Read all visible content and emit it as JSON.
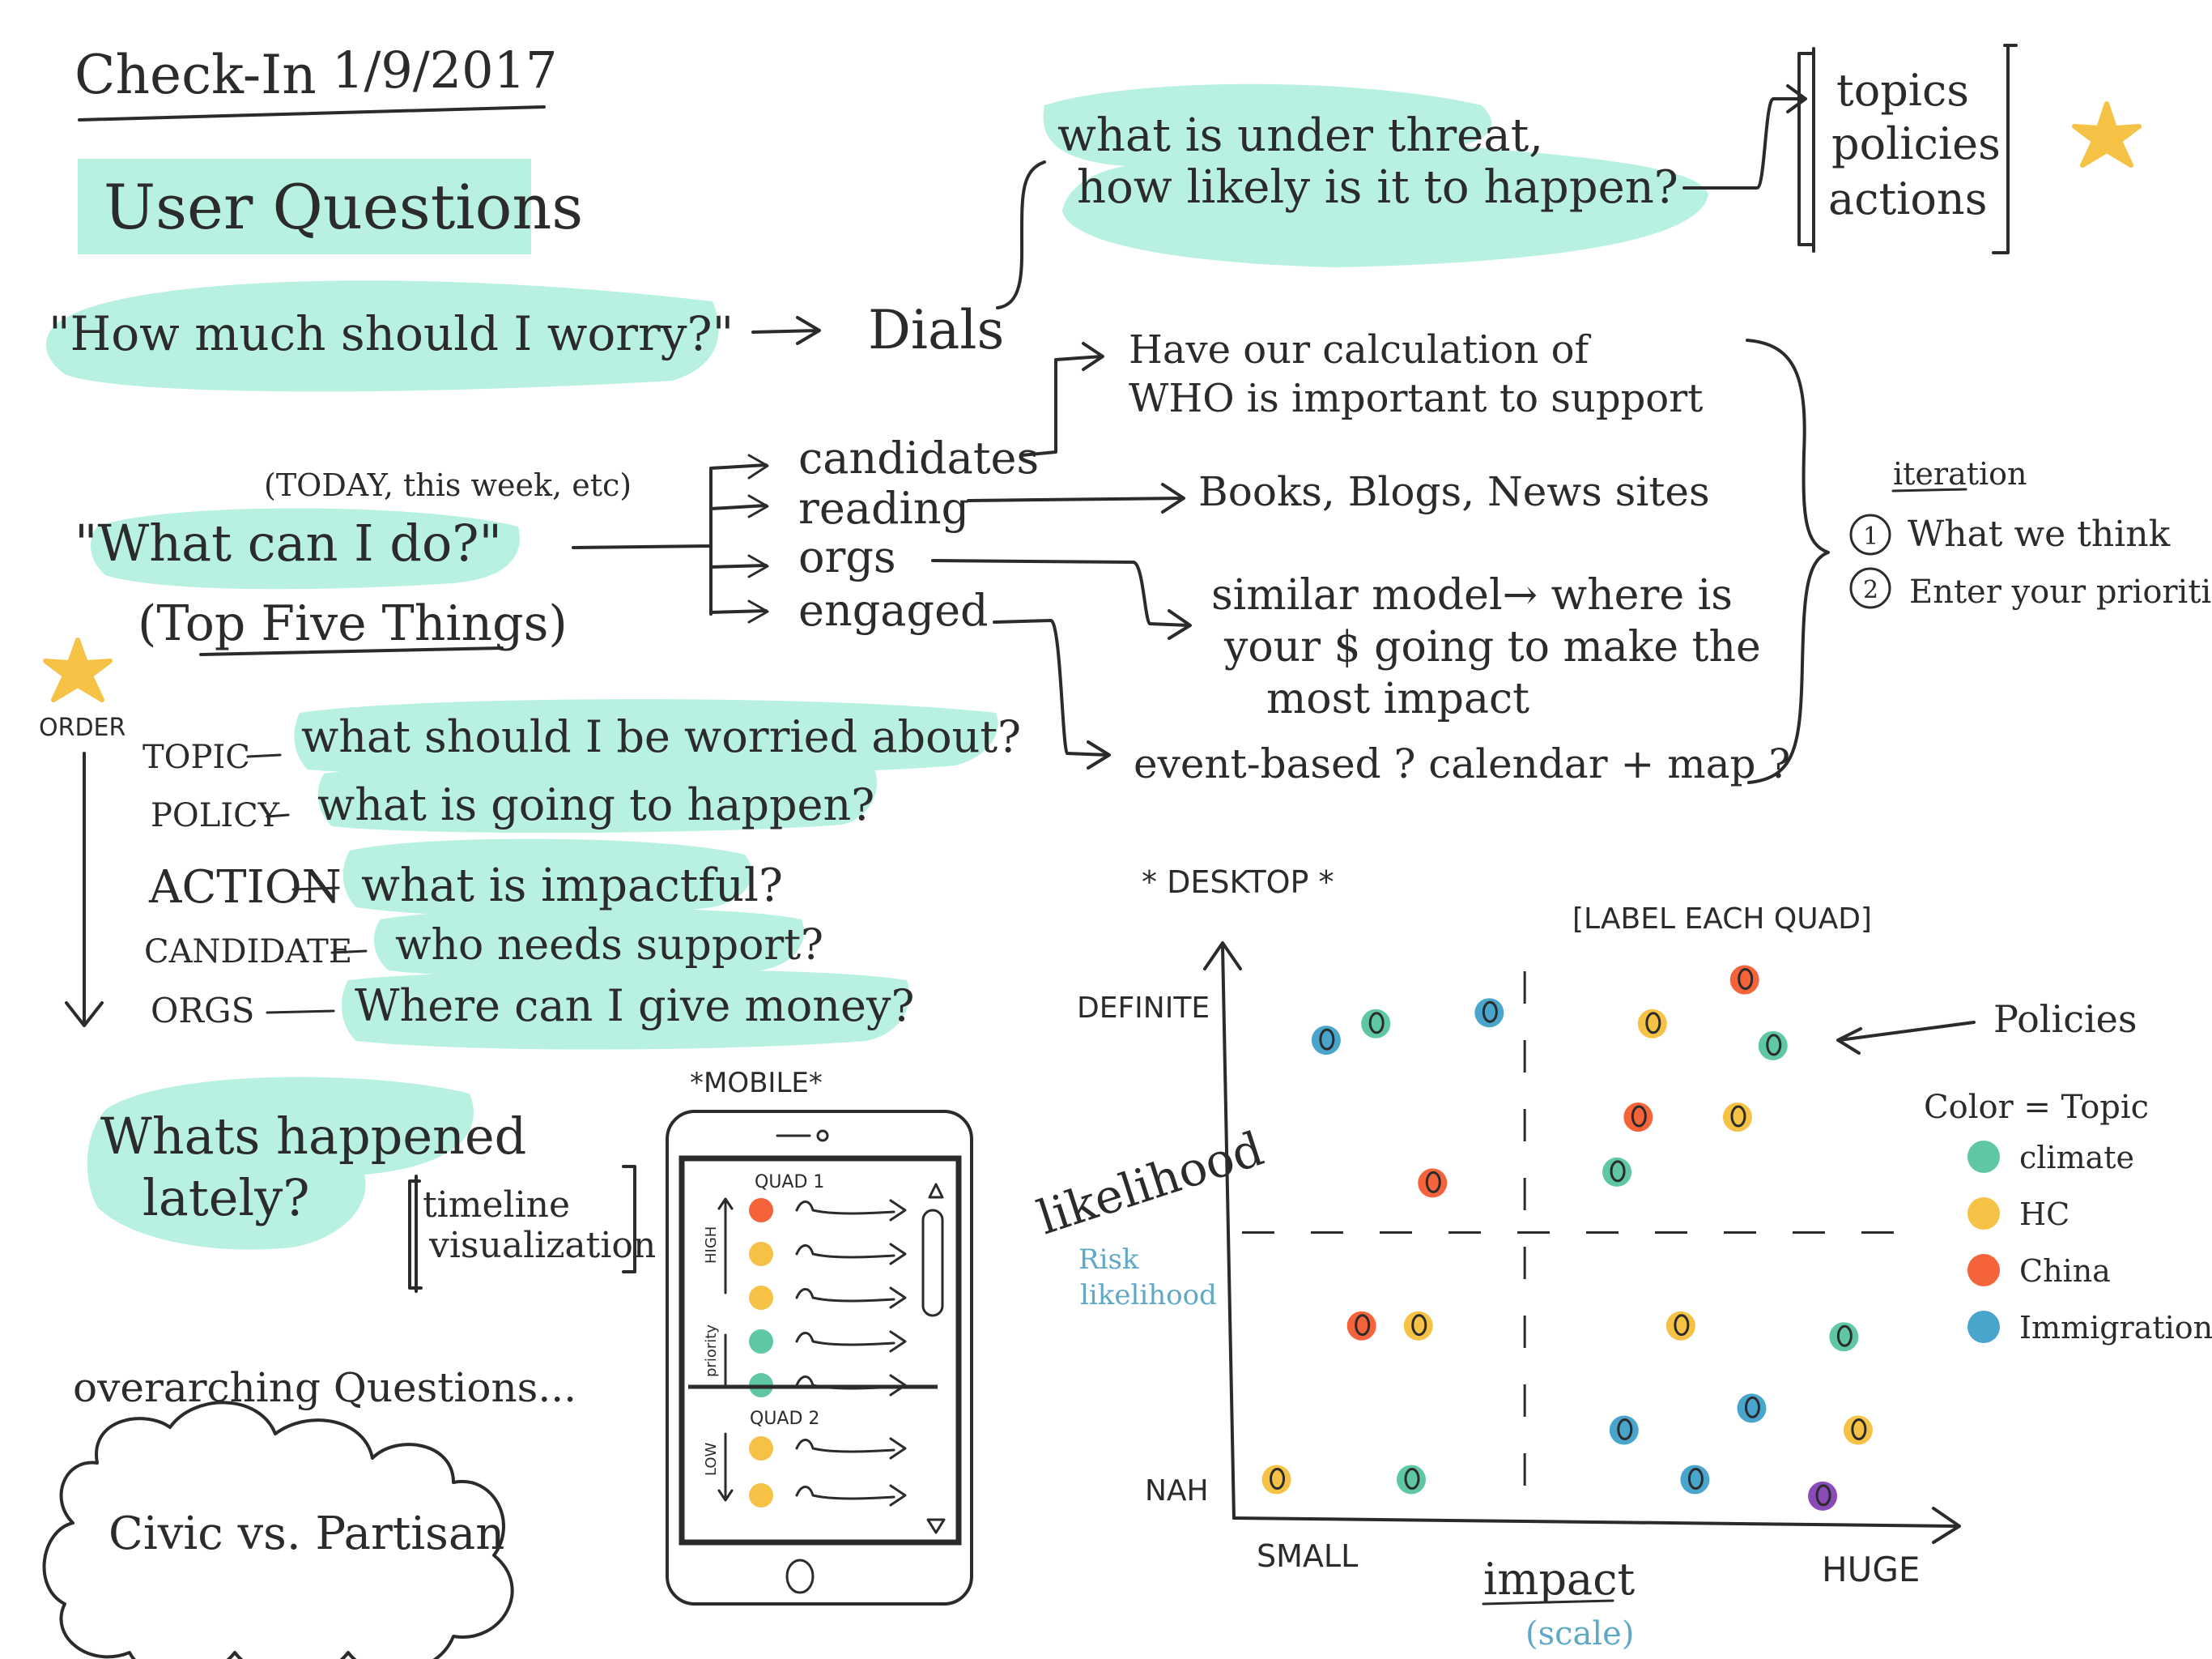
{
  "header": {
    "title": "Check-In",
    "date": "1/9/2017"
  },
  "user_questions": {
    "heading": "User Questions",
    "worry_question": "\"How much should I worry?\"",
    "dials_label": "Dials",
    "threat_lines": [
      "what is under threat,",
      "how likely is it to happen?"
    ],
    "bracket_items": [
      "topics",
      "policies",
      "actions"
    ],
    "can_do_note": "(TODAY, this week, etc)",
    "can_do_question": "\"What can I do?\"",
    "top_five": "(Top Five Things)"
  },
  "branches": [
    {
      "label": "candidates",
      "target": [
        "Have our calculation of",
        "WHO is important to support"
      ]
    },
    {
      "label": "reading",
      "target": [
        "Books, Blogs, News sites"
      ]
    },
    {
      "label": "orgs",
      "target": [
        "similar model→ where is",
        "your $ going to make the",
        "most impact"
      ]
    },
    {
      "label": "engaged",
      "target": [
        "event-based ? calendar + map ?"
      ]
    }
  ],
  "iteration": {
    "title": "iteration",
    "items": [
      {
        "num": "1",
        "text": "What we think"
      },
      {
        "num": "2",
        "text": "Enter your priorities"
      }
    ]
  },
  "order_label": "ORDER",
  "order_rows": [
    {
      "key": "TOPIC",
      "question": "what should I be worried about?"
    },
    {
      "key": "POLICY",
      "question": "what is going to happen?"
    },
    {
      "key": "ACTION",
      "question": "what is impactful?"
    },
    {
      "key": "CANDIDATE",
      "question": "who needs support?"
    },
    {
      "key": "ORGS",
      "question": "Where can I give money?"
    }
  ],
  "lately": {
    "question": [
      "Whats happened",
      "lately?"
    ],
    "timeline": [
      "timeline",
      "visualization"
    ]
  },
  "overarching": {
    "title": "overarching Questions...",
    "cloud_text": "Civic vs. Partisan"
  },
  "mobile": {
    "title": "*MOBILE*",
    "quad1": "QUAD 1",
    "quad2": "QUAD 2",
    "axis_high": "HIGH",
    "axis_priority": "priority",
    "axis_low": "LOW",
    "quad1_dots": [
      "China",
      "HC",
      "HC",
      "Climate",
      "Climate"
    ],
    "quad2_dots": [
      "HC",
      "HC"
    ]
  },
  "desktop": {
    "title": "* DESKTOP *",
    "label_quad": "[LABEL EACH QUAD]",
    "y_top": "DEFINITE",
    "y_bottom": "NAH",
    "y_axis": "likelihood",
    "y_note": [
      "Risk",
      "likelihood"
    ],
    "x_left": "SMALL",
    "x_right": "HUGE",
    "x_axis": "impact",
    "x_note": "(scale)",
    "policies_label": "Policies",
    "legend_title": "Color = Topic",
    "legend": [
      {
        "name": "climate",
        "color": "#5fc7a3"
      },
      {
        "name": "HC",
        "color": "#f5c245"
      },
      {
        "name": "China",
        "color": "#f4633a"
      },
      {
        "name": "Immigration",
        "color": "#4aa5cd"
      }
    ],
    "extra_color": "#8a4bb8"
  },
  "chart_data": {
    "type": "scatter",
    "title": "* DESKTOP *",
    "xlabel": "impact",
    "ylabel": "likelihood",
    "x_ticks": [
      "SMALL",
      "HUGE"
    ],
    "y_ticks": [
      "NAH",
      "DEFINITE"
    ],
    "xlim": [
      0,
      10
    ],
    "ylim": [
      0,
      10
    ],
    "grid": false,
    "quadrant_dividers": {
      "x": 4.1,
      "y": 5.2
    },
    "legend_position": "right",
    "series": [
      {
        "name": "climate",
        "color": "#5fc7a3",
        "points": [
          [
            2.0,
            9.0
          ],
          [
            7.6,
            8.6
          ],
          [
            5.4,
            6.3
          ],
          [
            8.6,
            3.3
          ],
          [
            2.5,
            0.7
          ]
        ]
      },
      {
        "name": "HC",
        "color": "#f5c245",
        "points": [
          [
            5.9,
            9.0
          ],
          [
            7.1,
            7.3
          ],
          [
            6.3,
            3.5
          ],
          [
            2.6,
            3.5
          ],
          [
            0.6,
            0.7
          ],
          [
            8.8,
            1.6
          ]
        ]
      },
      {
        "name": "China",
        "color": "#f4633a",
        "points": [
          [
            7.2,
            9.8
          ],
          [
            5.7,
            7.3
          ],
          [
            2.8,
            6.1
          ],
          [
            1.8,
            3.5
          ]
        ]
      },
      {
        "name": "Immigration",
        "color": "#4aa5cd",
        "points": [
          [
            1.3,
            8.7
          ],
          [
            3.6,
            9.2
          ],
          [
            5.5,
            1.6
          ],
          [
            7.3,
            2.0
          ],
          [
            6.5,
            0.7
          ]
        ]
      },
      {
        "color": "#8a4bb8",
        "points": [
          [
            8.3,
            0.4
          ]
        ]
      }
    ]
  }
}
